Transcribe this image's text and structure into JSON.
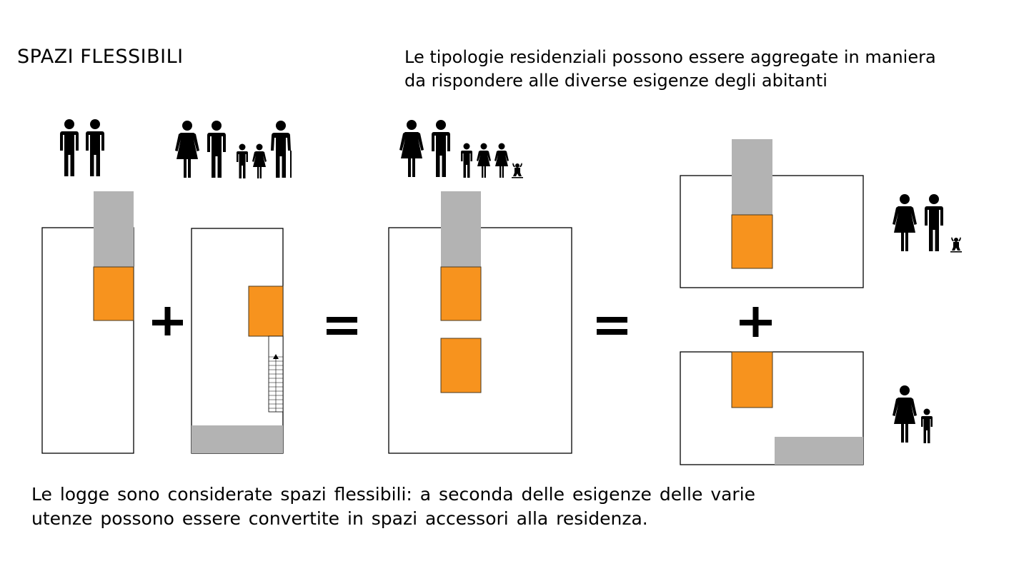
{
  "title": "SPAZI FLESSIBILI",
  "description": {
    "line1": "Le tipologie residenziali possono essere aggregate in maniera",
    "line2": "da rispondere alle diverse esigenze degli abitanti"
  },
  "footer": {
    "line1": "Le logge sono considerate spazi flessibili: a seconda delle esigenze delle varie",
    "line2": "utenze possono essere convertite in spazi accessori alla residenza."
  },
  "colors": {
    "flexible_space": "#f7931e",
    "loggia": "#b3b3b3",
    "outline": "#000000"
  },
  "operators": [
    "+",
    "=",
    "=",
    "+"
  ],
  "icons": [
    "couple-icon",
    "family-with-grandparent-icon",
    "family-with-baby-icon",
    "couple-with-baby-icon",
    "mother-child-icon"
  ]
}
